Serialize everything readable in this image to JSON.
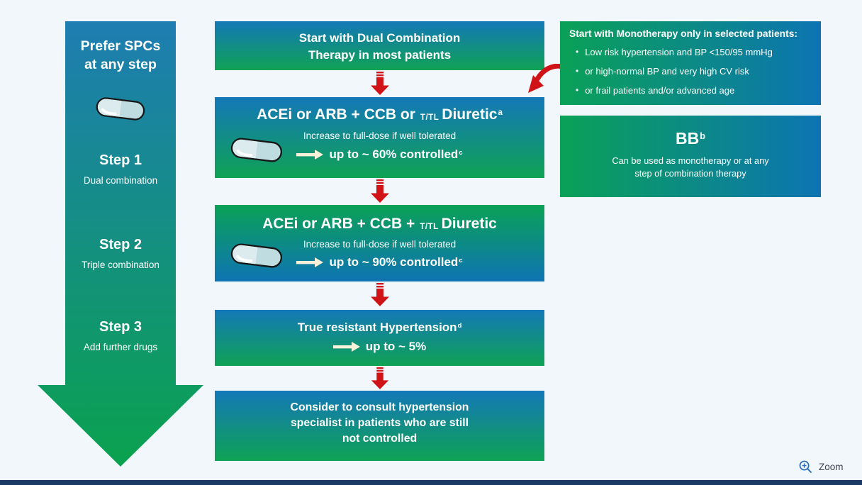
{
  "app": {
    "zoom_label": "Zoom"
  },
  "colors": {
    "background": "#f2f7fc",
    "blue": "#1478b8",
    "green": "#0fa254",
    "red": "#d01317",
    "cream_arrow": "#f6f1d8",
    "footer_bar": "#1b3a66"
  },
  "left_panel": {
    "heading_line1": "Prefer SPCs",
    "heading_line2": "at any step",
    "steps": [
      {
        "title": "Step 1",
        "subtitle": "Dual combination"
      },
      {
        "title": "Step 2",
        "subtitle": "Triple combination"
      },
      {
        "title": "Step 3",
        "subtitle": "Add further drugs"
      }
    ]
  },
  "flow": {
    "box1": {
      "line1": "Start with Dual Combination",
      "line2": "Therapy in most patients"
    },
    "box2": {
      "title_pre": "ACEi or ARB + CCB or",
      "title_sub": "T/TL",
      "title_post": "Diuretic",
      "title_sup": "a",
      "subtitle": "Increase to full-dose if well tolerated",
      "result": "up to ~ 60% controlled",
      "result_sup": "c"
    },
    "box3": {
      "title_pre": "ACEi or ARB + CCB +",
      "title_sub": "T/TL",
      "title_post": "Diuretic",
      "subtitle": "Increase to full-dose if well tolerated",
      "result": "up to ~ 90% controlled",
      "result_sup": "c"
    },
    "box4": {
      "title": "True resistant Hypertension",
      "title_sup": "d",
      "result": "up to ~ 5%"
    },
    "box5": {
      "line1": "Consider to consult hypertension",
      "line2": "specialist in patients who are still",
      "line3": "not controlled"
    }
  },
  "right_panel": {
    "monotherapy": {
      "heading": "Start with Monotherapy only in selected patients:",
      "bullets": [
        "Low risk hypertension and BP <150/95 mmHg",
        "or high-normal BP and very high CV risk",
        "or frail patients and/or advanced age"
      ]
    },
    "bb": {
      "title": "BB",
      "title_sup": "b",
      "line1": "Can be used as monotherapy or at any",
      "line2": "step of combination therapy"
    }
  }
}
